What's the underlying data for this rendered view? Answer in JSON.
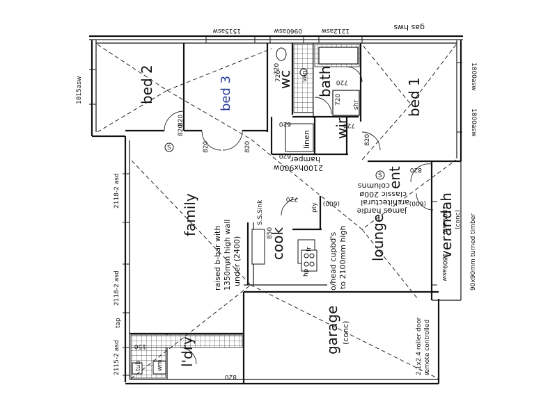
{
  "rooms": {
    "bed2": "bed 2",
    "bed3": "bed 3",
    "wc": "wc",
    "bath": "bath",
    "bed1": "bed 1",
    "wir": "wir",
    "linen": "linen",
    "family": "family",
    "cook": "cook",
    "lounge": "lounge",
    "ent": "ent",
    "verandah": "verandah",
    "verandah_sub": "(conc)",
    "garage": "garage",
    "garage_sub": "(conc)",
    "ldry": "l'dry"
  },
  "annotations": {
    "hamper": "hamper",
    "linen_size": "2100hx900w",
    "columns_1": "columns",
    "columns_2": "classic 200ø",
    "columns_3": "architectural",
    "columns_4": "james hardie",
    "bbar_1": "raised b-bar with",
    "bbar_2": "1350mm high wall",
    "bbar_3": "under (2400)",
    "sink": "S.S.Sink",
    "cupbd_1": "o/head cupbd's",
    "cupbd_2": "to 2100mm high",
    "roller_1": "2.1x2.4 roller door",
    "roller_2": "remote controlled",
    "timber": "90x90mm turned timber",
    "gas_hws": "gas hws",
    "shr": "shr",
    "pty": "pty",
    "fr": "fr",
    "hp": "hp",
    "wm": "wm",
    "tub": "tub",
    "van": "van",
    "s1": "S",
    "s2": "S"
  },
  "windows": {
    "w_top_bed2": "1515asw",
    "w_top_wc": "0960asw",
    "w_top_bath": "1212asw",
    "w_bed2_side": "1815asw",
    "w_family_1": "2118-2 asd",
    "w_family_2": "2118-2 asd",
    "w_ldry": "2115-2 asd",
    "w_bed1_1": "1800asw",
    "w_bed1_2": "1800asw",
    "w_lounge_1": "1809asw",
    "w_lounge_2": "1809asw"
  },
  "doors": {
    "d1": "820",
    "d2": "820",
    "d3": "820",
    "d4": "720",
    "d5": "720",
    "d6": "720",
    "d7": "620",
    "d8": "620",
    "d9": "720",
    "d10": "820",
    "d11": "820",
    "d12": "720",
    "d13": "820",
    "d14": "720",
    "d15": "850",
    "d16": "(600)",
    "d17": "(600)",
    "d18": "150",
    "d19": "820",
    "d20": "tap"
  }
}
